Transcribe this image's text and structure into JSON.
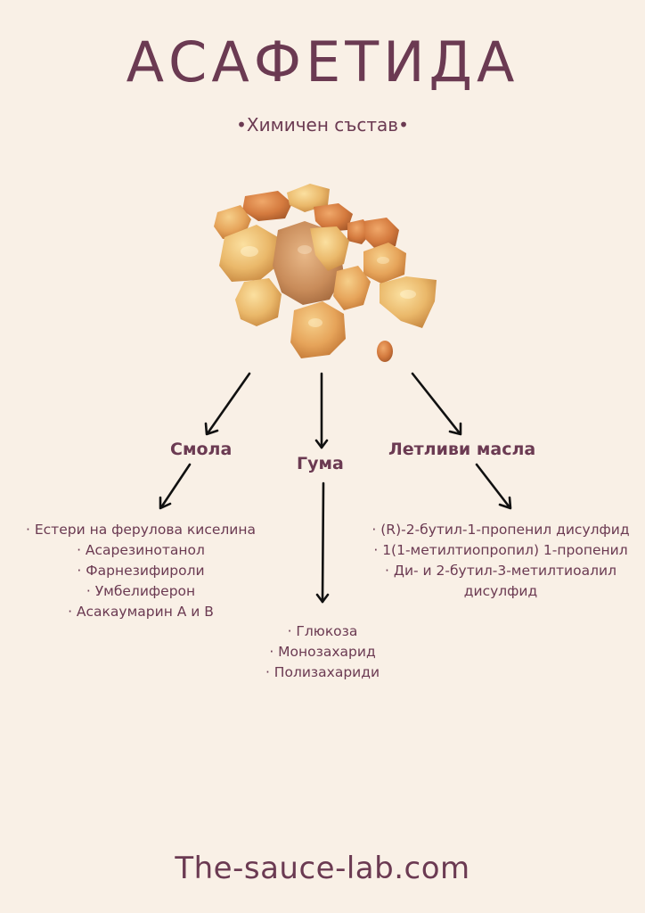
{
  "header": {
    "title": "АСАФЕТИДА",
    "subtitle": "•Химичен състав•"
  },
  "image": {
    "description": "asafoetida resin pieces",
    "icon": "resin-chunks-image"
  },
  "categories": [
    {
      "label": "Смола",
      "items": [
        "· Естери на ферулова киселина",
        "· Асарезинотанол",
        "· Фарнезифироли",
        "· Умбелиферон",
        "· Асакаумарин А и В"
      ]
    },
    {
      "label": "Гума",
      "items": [
        "· Глюкоза",
        "· Монозахарид",
        "· Полизахариди"
      ]
    },
    {
      "label": "Летливи масла",
      "items": [
        "· (R)-2-бутил-1-пропенил дисулфид",
        "· 1(1-метилтиопропил) 1-пропенил",
        "· Ди- и 2-бутил-3-метилтиоалил",
        "дисулфид"
      ]
    }
  ],
  "footer": {
    "website": "The-sauce-lab.com"
  },
  "colors": {
    "background": "#f9f0e6",
    "text": "#6b3a52",
    "arrow": "#111111"
  }
}
